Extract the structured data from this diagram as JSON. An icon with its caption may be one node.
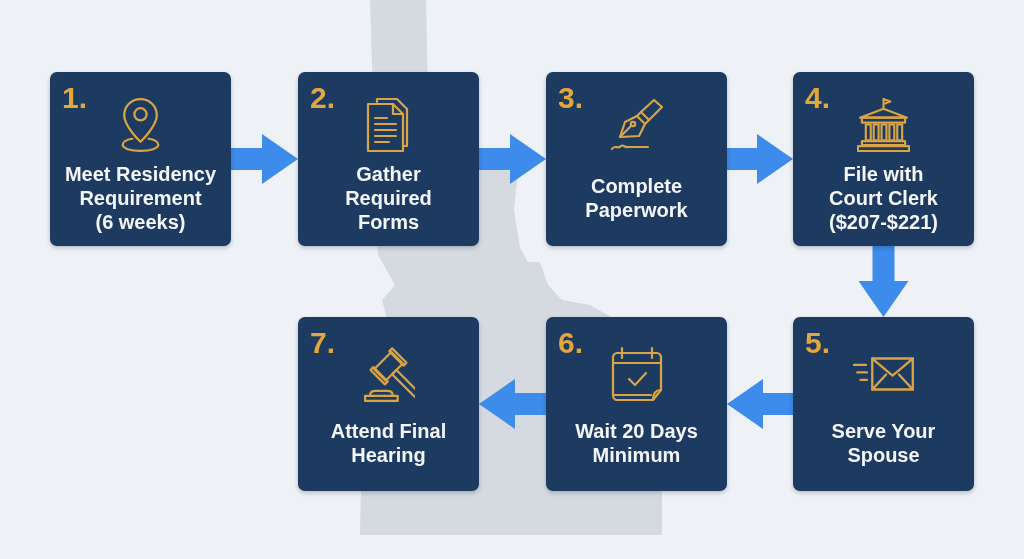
{
  "diagram": {
    "nodes": [
      {
        "text": [
          "1.",
          "Meet Residency Requirement (6 weeks)"
        ]
      },
      {
        "text": [
          "2.",
          "Gather Required Forms"
        ]
      },
      {
        "text": [
          "3.",
          "Complete Paperwork"
        ]
      },
      {
        "text": [
          "4.",
          "File with Court Clerk ($207-$221)"
        ]
      },
      {
        "text": [
          "5.",
          "Serve Your Spouse"
        ]
      },
      {
        "text": [
          "6.",
          "Wait 20 Days Minimum"
        ]
      },
      {
        "text": [
          "7.",
          "Attend Final Hearing"
        ]
      }
    ],
    "edges": [
      {
        "from": 0,
        "to": 1,
        "arrow": "to"
      },
      {
        "from": 1,
        "to": 2,
        "arrow": "to"
      },
      {
        "from": 2,
        "to": 3,
        "arrow": "to"
      },
      {
        "from": 3,
        "to": 4,
        "arrow": "to"
      },
      {
        "from": 4,
        "to": 5,
        "arrow": "to"
      },
      {
        "from": 5,
        "to": 6,
        "arrow": "to"
      }
    ]
  }
}
